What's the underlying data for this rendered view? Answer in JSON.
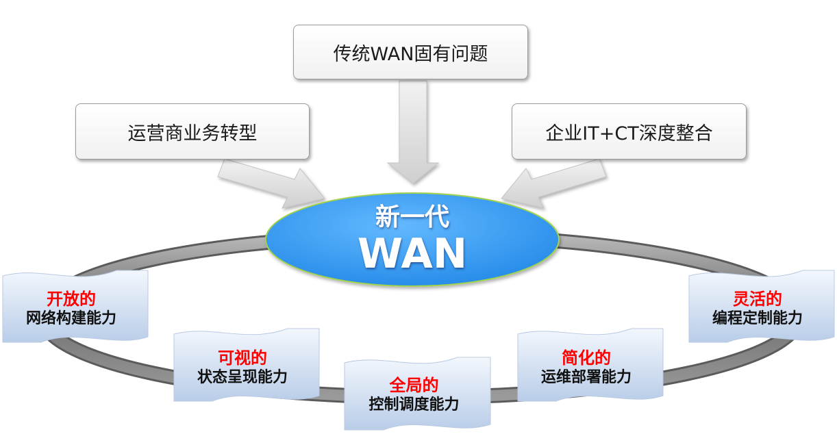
{
  "top_boxes": {
    "left": "运营商业务转型",
    "center": "传统WAN固有问题",
    "right": "企业IT+CT深度整合"
  },
  "center": {
    "line1": "新一代",
    "line2": "WAN"
  },
  "capabilities": [
    {
      "title": "开放的",
      "desc": "网络构建能力"
    },
    {
      "title": "可视的",
      "desc": "状态呈现能力"
    },
    {
      "title": "全局的",
      "desc": "控制调度能力"
    },
    {
      "title": "简化的",
      "desc": "运维部署能力"
    },
    {
      "title": "灵活的",
      "desc": "编程定制能力"
    }
  ],
  "colors": {
    "center_ellipse": "#2e9bf2",
    "center_ellipse_border": "#9fd14a",
    "title_red": "#ff0000",
    "scroll_fill": "#dfe9f7",
    "ring": "#8c8c8c"
  }
}
